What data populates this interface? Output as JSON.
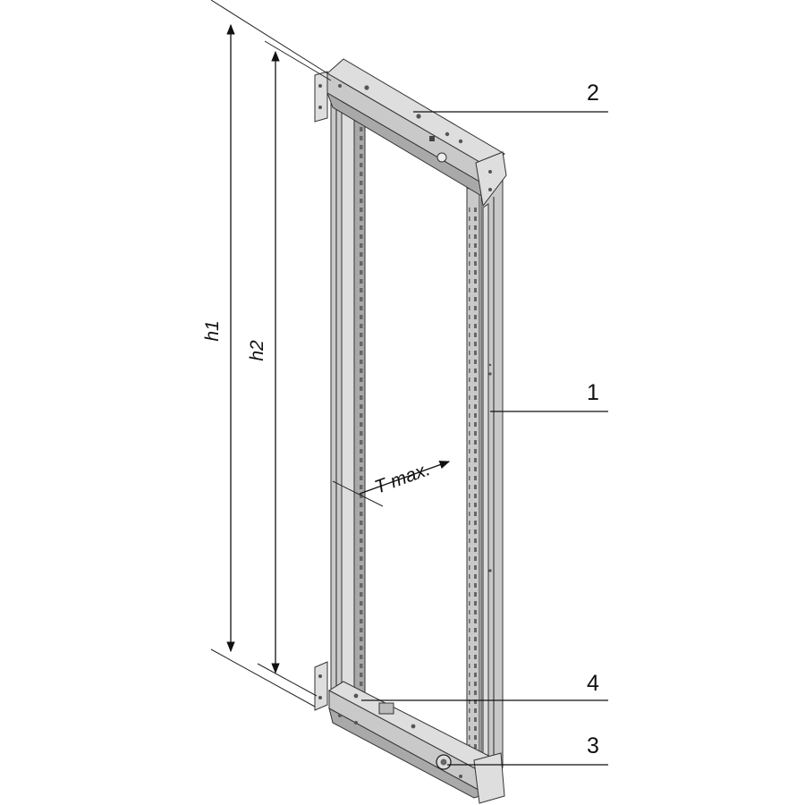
{
  "diagram": {
    "callouts": [
      {
        "id": "frame",
        "label": "1"
      },
      {
        "id": "top-crossmember",
        "label": "2"
      },
      {
        "id": "bottom-bracket",
        "label": "3"
      },
      {
        "id": "bottom-crossmember",
        "label": "4"
      }
    ],
    "dimensions": {
      "h1": "h1",
      "h2": "h2",
      "depth": "T max."
    }
  }
}
